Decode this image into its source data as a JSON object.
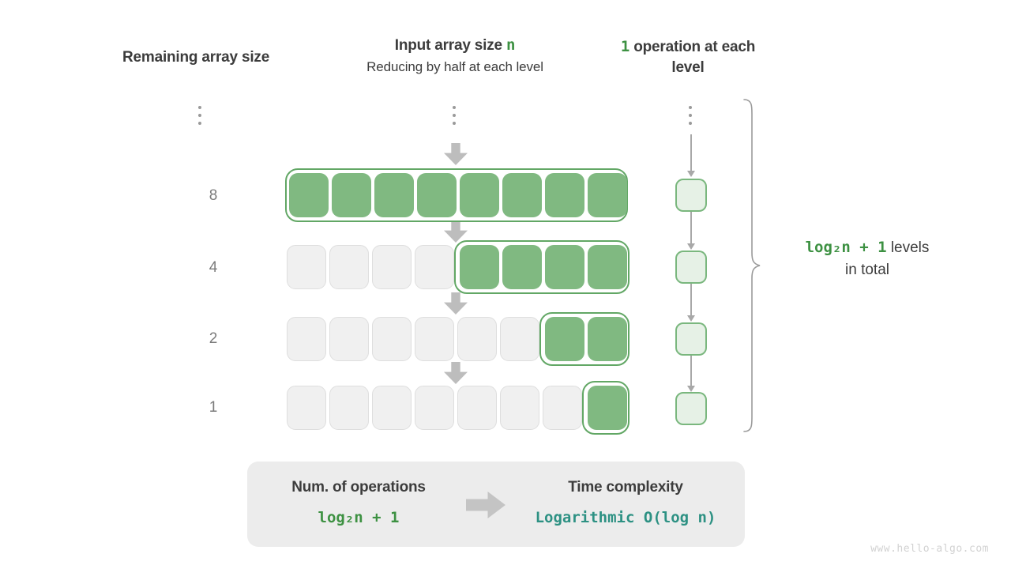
{
  "headers": {
    "left": "Remaining array size",
    "mid_title_prefix": "Input array size ",
    "mid_title_var": "n",
    "mid_subtitle": "Reducing by half at each level",
    "right_count": "1",
    "right_text": " operation at each level"
  },
  "levels": [
    {
      "label": "8",
      "total_cells": 8,
      "green_cells": 8
    },
    {
      "label": "4",
      "total_cells": 8,
      "green_cells": 4
    },
    {
      "label": "2",
      "total_cells": 8,
      "green_cells": 2
    },
    {
      "label": "1",
      "total_cells": 8,
      "green_cells": 1
    }
  ],
  "ellipsis": {
    "symbol": "vertical-dots",
    "count": 3
  },
  "operations": {
    "cells_per_level": 1,
    "levels_shown": 4
  },
  "brace_note": {
    "formula": "log₂n + 1",
    "suffix": " levels",
    "line2": "in total"
  },
  "summary": {
    "left_title": "Num. of operations",
    "left_value": "log₂n + 1",
    "right_title": "Time complexity",
    "right_value": "Logarithmic  O(log n)",
    "arrow": "right-arrow"
  },
  "watermark": "www.hello-algo.com",
  "colors": {
    "green_fill": "#80b981",
    "green_border": "#62a765",
    "light_green_fill": "#e6f1e6",
    "gray_fill": "#f0f0f0",
    "gray_border": "#dedede",
    "accent_green": "#3d9142",
    "accent_teal": "#2d9183",
    "arrow_gray": "#bdbdbd",
    "panel_bg": "#ececec",
    "text_dark": "#3c3c3c",
    "label_gray": "#7b7b7b"
  }
}
